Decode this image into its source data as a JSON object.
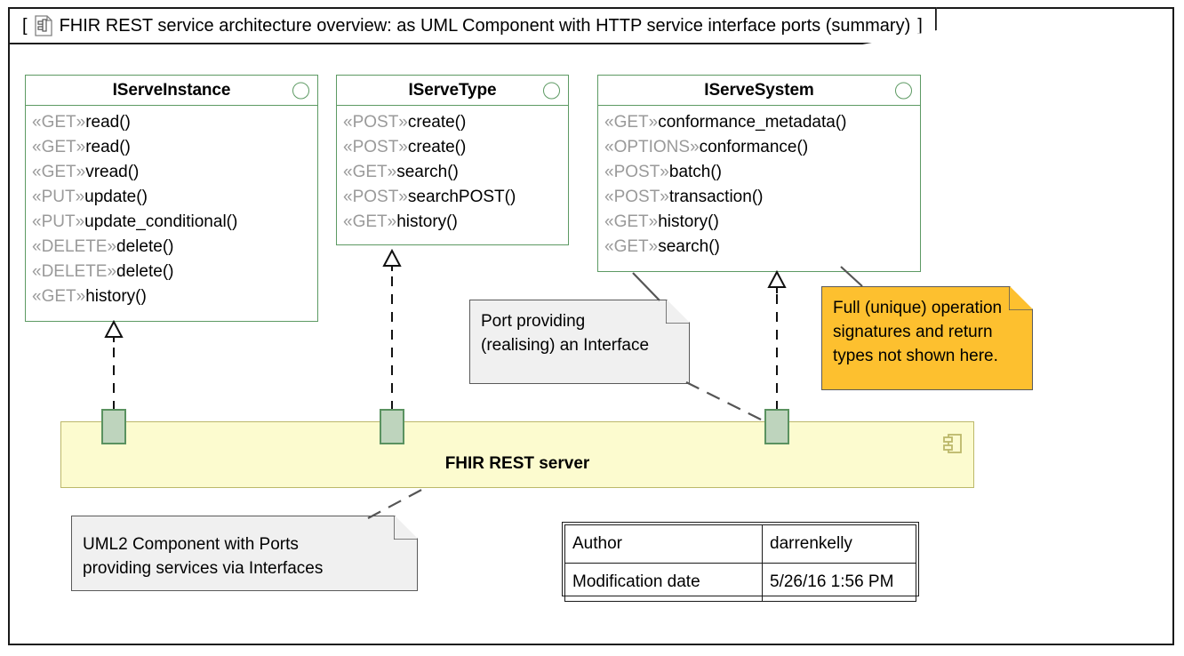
{
  "frame": {
    "open_bracket": "[",
    "icon": "component-document-icon",
    "title": "FHIR REST service architecture overview: as UML Component with HTTP service interface ports (summary)",
    "close_bracket": "]"
  },
  "colors": {
    "interface_border": "#5d9a63",
    "stereotype_text": "#9a9a9a",
    "component_fill": "#fcfbcf",
    "component_border": "#bcb86a",
    "port_fill": "#bed4bd",
    "port_border": "#5a9260",
    "note_fill": "#f0f0f0",
    "note_border": "#5a5a5a",
    "yellow_note_fill": "#fdc02f",
    "frame_border": "#1a1a1a"
  },
  "interfaces": [
    {
      "name": "IServeInstance",
      "icon": "interface-circle-icon",
      "operations": [
        {
          "stereotype": "«GET»",
          "op": "read()"
        },
        {
          "stereotype": "«GET»",
          "op": "read()"
        },
        {
          "stereotype": "«GET»",
          "op": "vread()"
        },
        {
          "stereotype": "«PUT»",
          "op": "update()"
        },
        {
          "stereotype": "«PUT»",
          "op": "update_conditional()"
        },
        {
          "stereotype": "«DELETE»",
          "op": "delete()"
        },
        {
          "stereotype": "«DELETE»",
          "op": "delete()"
        },
        {
          "stereotype": "«GET»",
          "op": "history()"
        }
      ]
    },
    {
      "name": "IServeType",
      "icon": "interface-circle-icon",
      "operations": [
        {
          "stereotype": "«POST»",
          "op": "create()"
        },
        {
          "stereotype": "«POST»",
          "op": "create()"
        },
        {
          "stereotype": "«GET»",
          "op": "search()"
        },
        {
          "stereotype": "«POST»",
          "op": "searchPOST()"
        },
        {
          "stereotype": "«GET»",
          "op": "history()"
        }
      ]
    },
    {
      "name": "IServeSystem",
      "icon": "interface-circle-icon",
      "operations": [
        {
          "stereotype": "«GET»",
          "op": "conformance_metadata()"
        },
        {
          "stereotype": "«OPTIONS»",
          "op": "conformance()"
        },
        {
          "stereotype": "«POST»",
          "op": "batch()"
        },
        {
          "stereotype": "«POST»",
          "op": "transaction()"
        },
        {
          "stereotype": "«GET»",
          "op": "history()"
        },
        {
          "stereotype": "«GET»",
          "op": "search()"
        }
      ]
    }
  ],
  "component": {
    "name": "FHIR REST server",
    "icon": "component-icon",
    "ports": [
      "port-iserveinstance",
      "port-iservetype",
      "port-iservesystem"
    ]
  },
  "notes": {
    "port_note": {
      "line1": "Port providing",
      "line2": "(realising) an Interface"
    },
    "signature_note": {
      "line1": "Full (unique) operation",
      "line2": "signatures and return",
      "line3": "types not shown here."
    },
    "component_note": {
      "line1": "UML2 Component with Ports",
      "line2": "providing services via Interfaces"
    }
  },
  "meta": {
    "rows": [
      {
        "key": "Author",
        "value": "darrenkelly"
      },
      {
        "key": "Modification date",
        "value": "5/26/16 1:56 PM"
      }
    ]
  }
}
